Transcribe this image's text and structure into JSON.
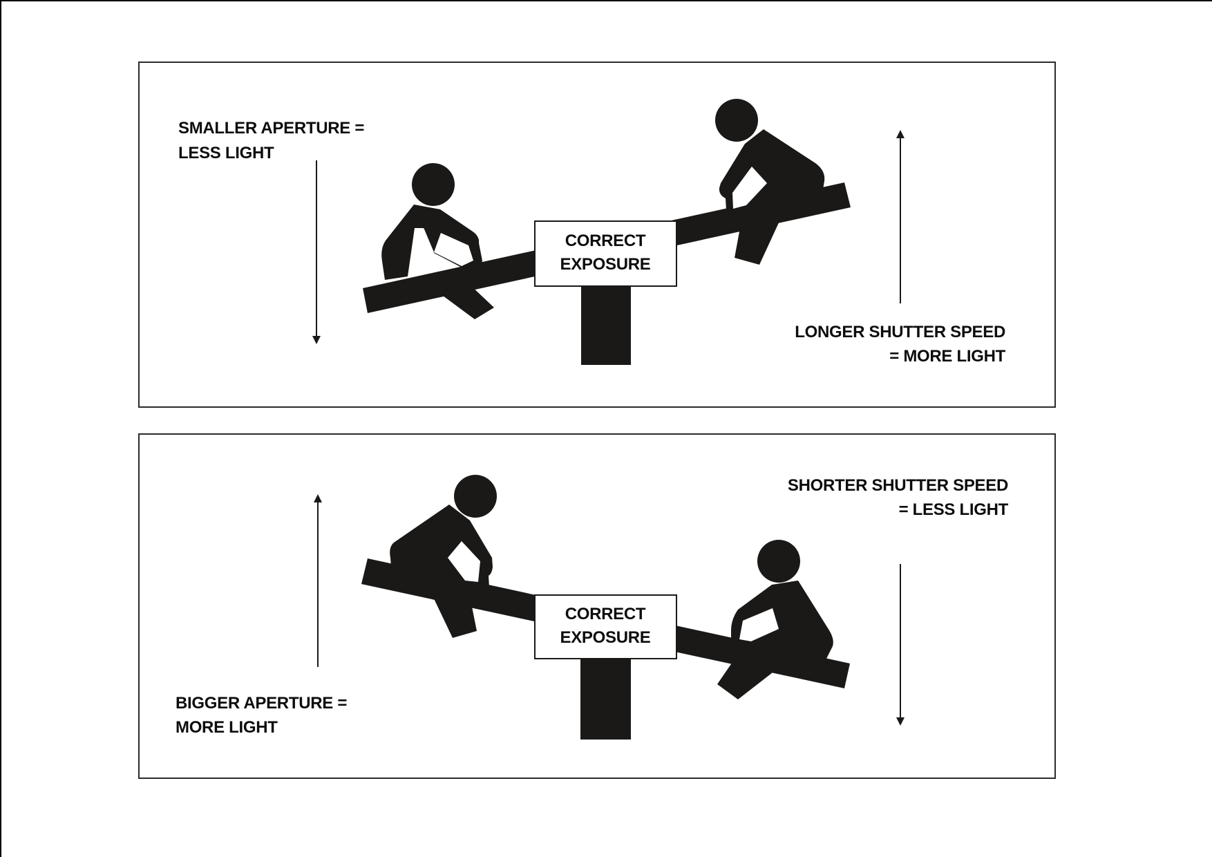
{
  "diagram": {
    "title": "Exposure seesaw: aperture vs shutter speed",
    "colors": {
      "silhouette": "#1b1917",
      "background": "#ffffff",
      "border": "#2b2b2b"
    },
    "panels": [
      {
        "id": "top",
        "center_label": [
          "CORRECT",
          "EXPOSURE"
        ],
        "left_caption": [
          "SMALLER APERTURE =",
          "LESS LIGHT"
        ],
        "left_arrow_direction": "down",
        "right_caption": [
          "LONGER SHUTTER SPEED",
          "= MORE LIGHT"
        ],
        "right_arrow_direction": "up",
        "seesaw_tilt": "left-side-down"
      },
      {
        "id": "bottom",
        "center_label": [
          "CORRECT",
          "EXPOSURE"
        ],
        "left_caption": [
          "BIGGER APERTURE =",
          "MORE LIGHT"
        ],
        "left_arrow_direction": "up",
        "right_caption": [
          "SHORTER SHUTTER SPEED",
          "= LESS LIGHT"
        ],
        "right_arrow_direction": "down",
        "seesaw_tilt": "right-side-down"
      }
    ]
  }
}
